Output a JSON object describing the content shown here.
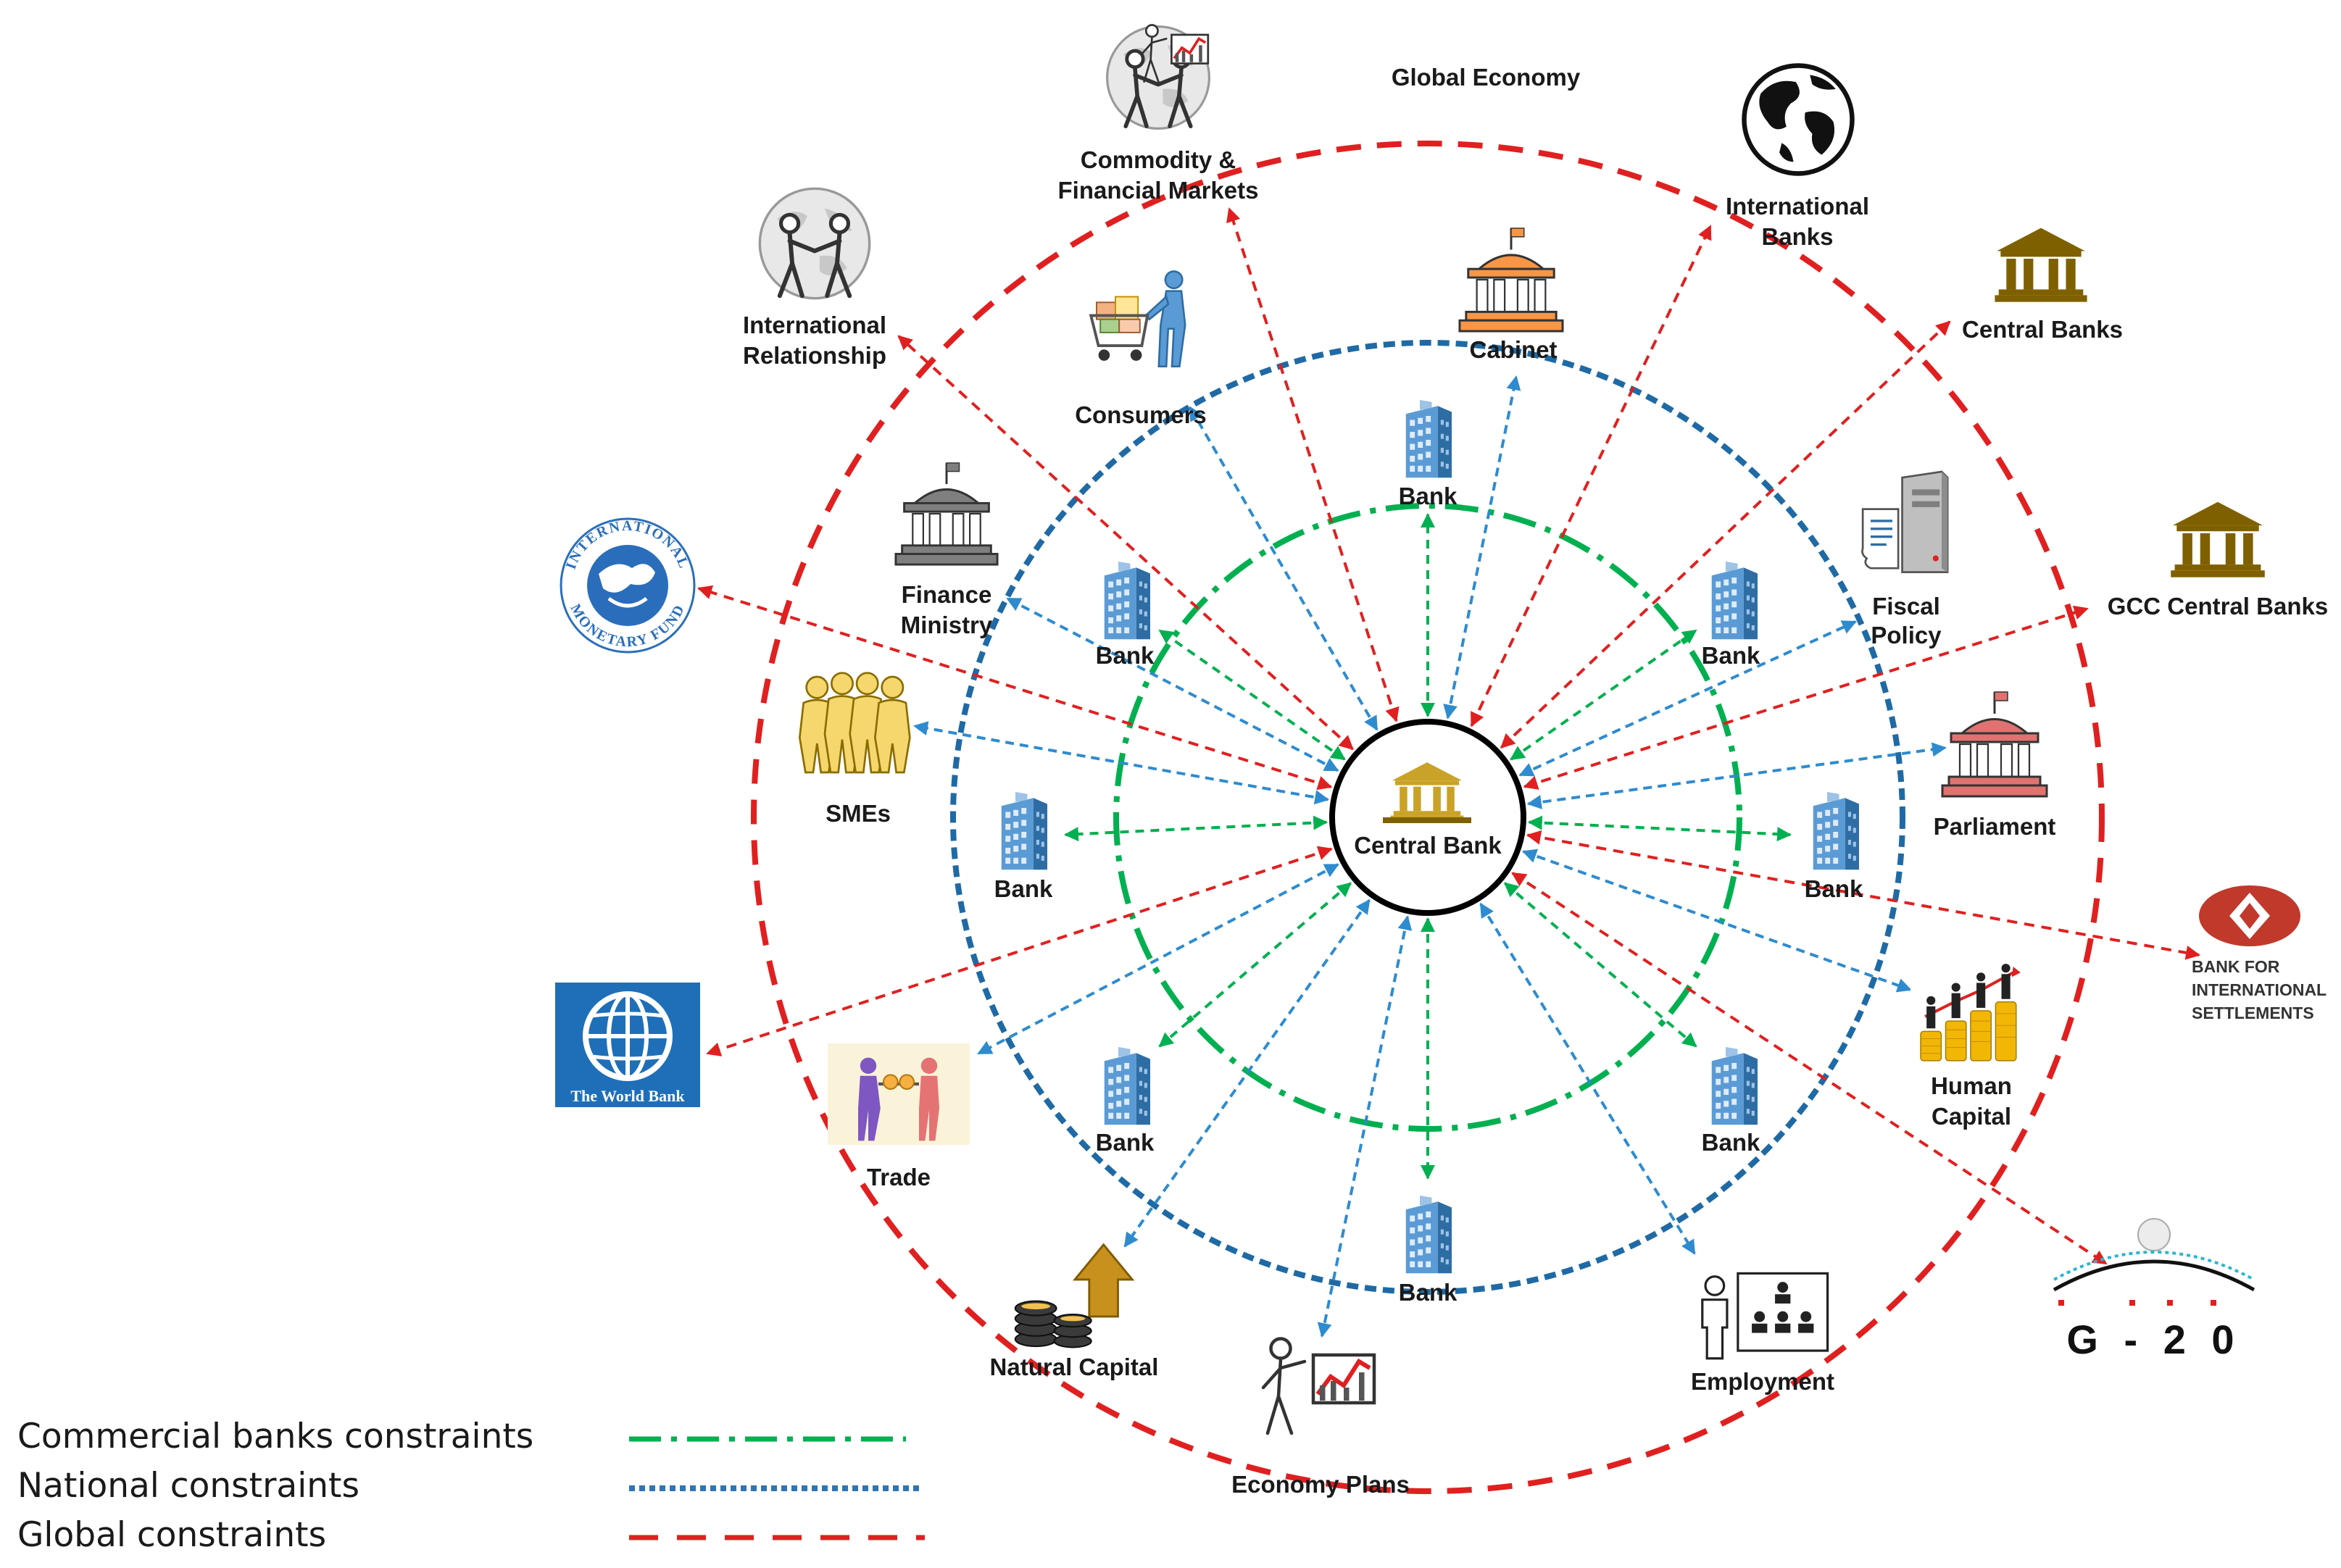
{
  "title": "Global Economy",
  "center": {
    "label": "Central Bank",
    "icon": "central-bank-icon"
  },
  "commercial_banks": [
    {
      "label": "Bank",
      "icon": "bank-building-icon"
    },
    {
      "label": "Bank",
      "icon": "bank-building-icon"
    },
    {
      "label": "Bank",
      "icon": "bank-building-icon"
    },
    {
      "label": "Bank",
      "icon": "bank-building-icon"
    },
    {
      "label": "Bank",
      "icon": "bank-building-icon"
    },
    {
      "label": "Bank",
      "icon": "bank-building-icon"
    },
    {
      "label": "Bank",
      "icon": "bank-building-icon"
    },
    {
      "label": "Bank",
      "icon": "bank-building-icon"
    }
  ],
  "national_nodes": [
    {
      "id": "cabinet",
      "lines": [
        "Cabinet"
      ],
      "icon": "government-building-icon",
      "color": "#F79646"
    },
    {
      "id": "fiscal",
      "lines": [
        "Fiscal",
        "Policy"
      ],
      "icon": "document-server-icon"
    },
    {
      "id": "parliament",
      "lines": [
        "Parliament"
      ],
      "icon": "government-building-icon",
      "color": "#E0736F"
    },
    {
      "id": "human",
      "lines": [
        "Human",
        "Capital"
      ],
      "icon": "coin-stacks-people-icon"
    },
    {
      "id": "employment",
      "lines": [
        "Employment"
      ],
      "icon": "org-chart-icon"
    },
    {
      "id": "plans",
      "lines": [
        "Economy Plans"
      ],
      "icon": "presenter-chart-icon"
    },
    {
      "id": "natural",
      "lines": [
        "Natural Capital"
      ],
      "icon": "coins-arrow-icon"
    },
    {
      "id": "trade",
      "lines": [
        "Trade"
      ],
      "icon": "handshake-trade-icon"
    },
    {
      "id": "smes",
      "lines": [
        "SMEs"
      ],
      "icon": "people-group-icon"
    },
    {
      "id": "finmin",
      "lines": [
        "Finance",
        "Ministry"
      ],
      "icon": "government-building-icon",
      "color": "#7F7F7F"
    },
    {
      "id": "consumers",
      "lines": [
        "Consumers"
      ],
      "icon": "shopping-cart-person-icon"
    }
  ],
  "global_nodes": [
    {
      "id": "commodity",
      "lines": [
        "Commodity &",
        "Financial Markets"
      ],
      "icon": "presenter-globe-chart-icon"
    },
    {
      "id": "intlbanks",
      "lines": [
        "International",
        "Banks"
      ],
      "icon": "globe-icon"
    },
    {
      "id": "cbanks",
      "lines": [
        "Central Banks"
      ],
      "icon": "bank-building-brown-icon"
    },
    {
      "id": "gcc",
      "lines": [
        "GCC Central Banks"
      ],
      "icon": "bank-building-brown-icon"
    },
    {
      "id": "bis",
      "lines": [],
      "icon": "bis-logo-icon"
    },
    {
      "id": "g20",
      "lines": [],
      "icon": "g20-logo-icon"
    },
    {
      "id": "worldbank",
      "lines": [],
      "icon": "world-bank-logo-icon"
    },
    {
      "id": "imf",
      "lines": [],
      "icon": "imf-logo-icon"
    },
    {
      "id": "intlrel",
      "lines": [
        "International",
        "Relationship"
      ],
      "icon": "globe-handshake-icon"
    }
  ],
  "logos": {
    "bis_text": [
      "BANK FOR",
      "INTERNATIONAL",
      "SETTLEMENTS"
    ],
    "g20_text": "G - 2 0",
    "worldbank_text": "The World Bank",
    "imf_text_top": "INTERNATIONAL",
    "imf_text_bottom": "MONETARY FUND"
  },
  "legend": [
    {
      "label": "Commercial banks constraints",
      "style": "dash-dot",
      "color": "#00B050"
    },
    {
      "label": "National constraints",
      "style": "dotted",
      "color": "#2E75B6"
    },
    {
      "label": "Global constraints",
      "style": "dashed",
      "color": "#E02020"
    }
  ],
  "colors": {
    "green": "#00B050",
    "blue": "#2E75B6",
    "red": "#E02020",
    "ring_blue": "#1F6AA5",
    "bank_brown": "#7F6000",
    "bank_gold": "#C9A227"
  }
}
